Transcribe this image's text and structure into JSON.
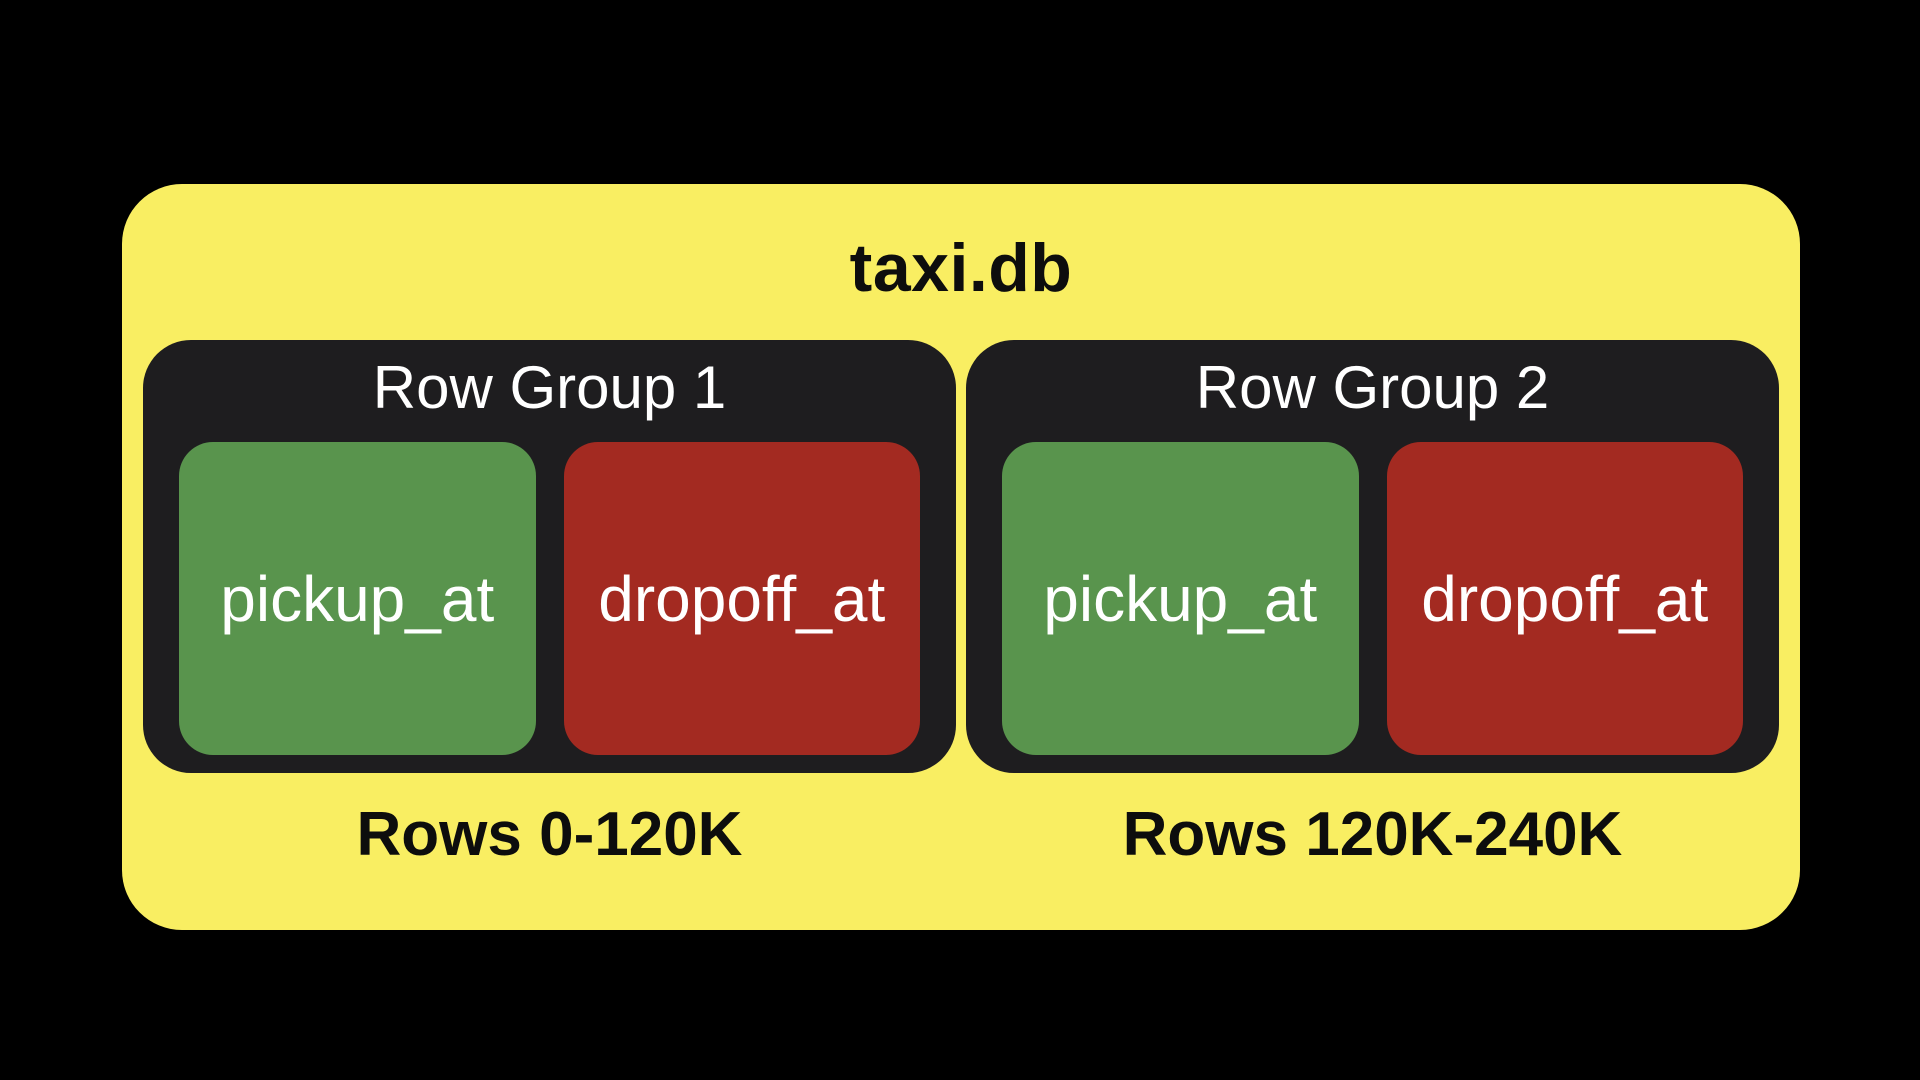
{
  "colors": {
    "background": "#000000",
    "file_fill": "#f9ee62",
    "row_group_fill": "#1e1d1f",
    "pickup_fill": "#59944d",
    "dropoff_fill": "#a32a21",
    "light_text": "#ffffff",
    "dark_text": "#0d0d0d"
  },
  "diagram": {
    "title": "taxi.db",
    "row_groups": [
      {
        "label": "Row Group 1",
        "columns": [
          {
            "name": "pickup_at"
          },
          {
            "name": "dropoff_at"
          }
        ],
        "rows_label": "Rows 0-120K"
      },
      {
        "label": "Row Group 2",
        "columns": [
          {
            "name": "pickup_at"
          },
          {
            "name": "dropoff_at"
          }
        ],
        "rows_label": "Rows 120K-240K"
      }
    ]
  }
}
